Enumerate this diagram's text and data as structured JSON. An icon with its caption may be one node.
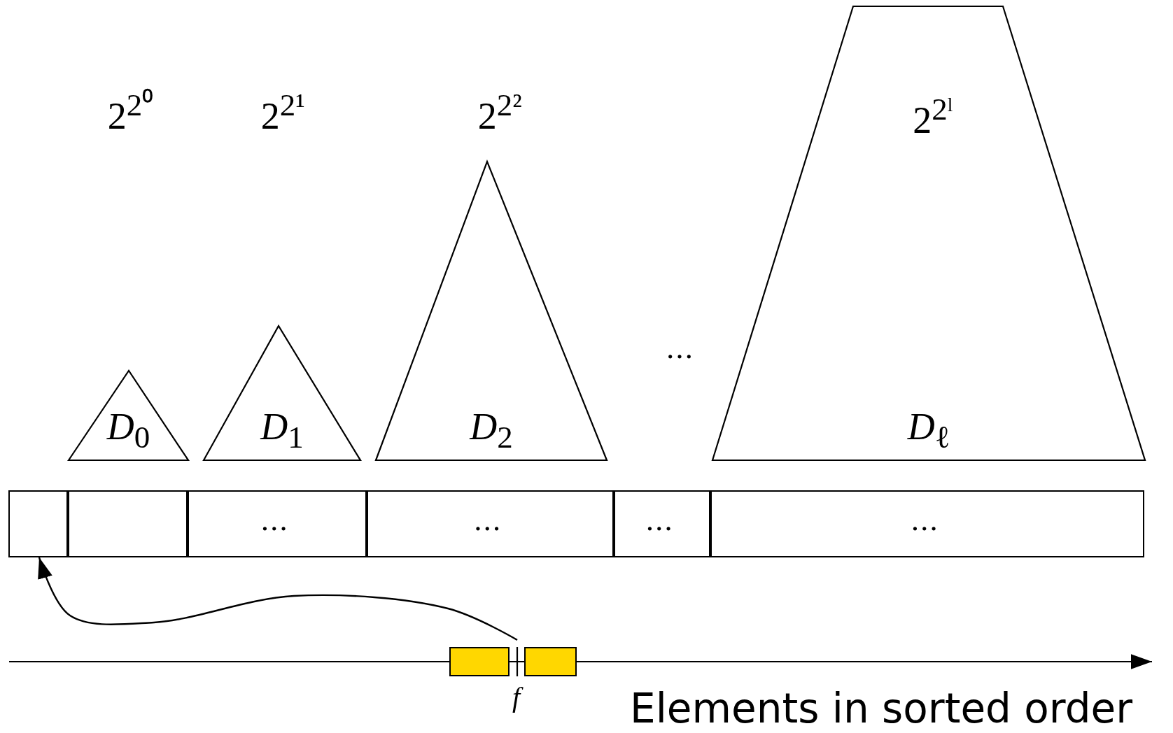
{
  "diagram": {
    "nodes": [
      {
        "text": [
          "*D*$_{0}$"
        ]
      },
      {
        "text": [
          "*D*$_{1}$"
        ]
      },
      {
        "text": [
          "*D*$_{2}$"
        ]
      },
      {
        "text": [
          "2$^{2ˡ}$",
          "*D*$_{ℓ}$"
        ]
      },
      {
        "text": [],
        "shape": "box"
      },
      {
        "text": [],
        "shape": "box"
      },
      {
        "text": [
          "…"
        ]
      },
      {
        "text": [
          "…"
        ]
      },
      {
        "text": [
          "…"
        ]
      },
      {
        "text": [
          "…"
        ]
      },
      {
        "text": [],
        "shape": "box"
      },
      {
        "text": [],
        "shape": "box"
      },
      {
        "text": [
          "f"
        ]
      }
    ],
    "edges": [
      {
        "from": 12,
        "to": 4,
        "arrow": "to"
      }
    ],
    "labels": [
      "2$^{2⁰}$",
      "2$^{2¹}$",
      "2$^{2²}$",
      "…",
      "Elements in sorted order"
    ]
  }
}
